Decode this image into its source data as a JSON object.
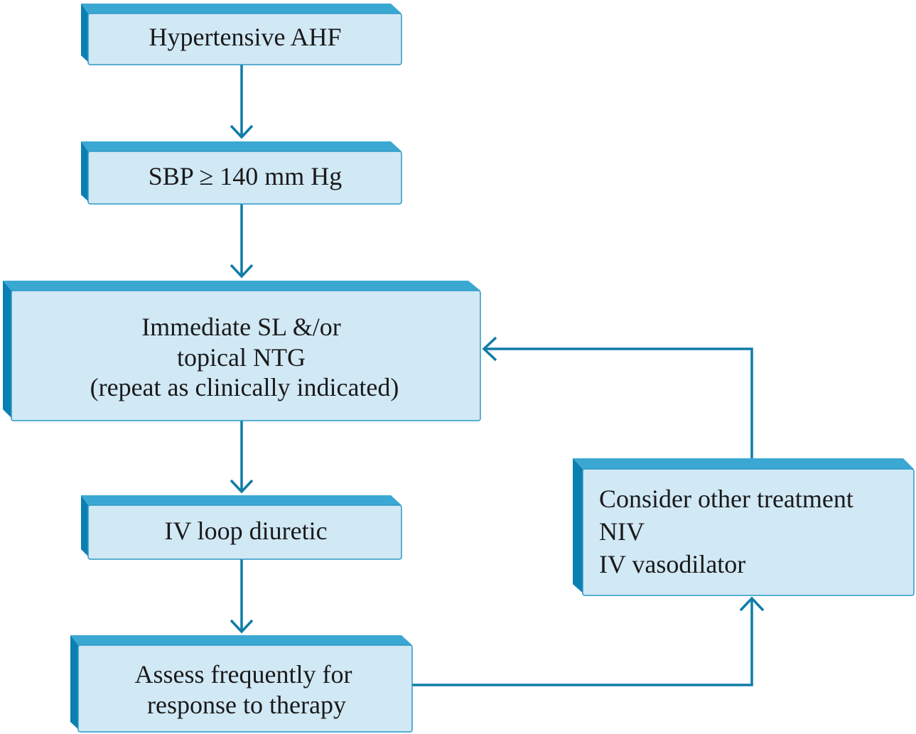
{
  "colors": {
    "box_face": "#d1e8f5",
    "box_top": "#3aa8d2",
    "box_side": "#0a7fb2",
    "box_edge": "#2d98c6",
    "arrow": "#0f7ca8"
  },
  "nodes": {
    "hypertensive_ahf": {
      "lines": [
        "Hypertensive AHF"
      ]
    },
    "sbp": {
      "lines": [
        "SBP ≥ 140 mm Hg"
      ]
    },
    "ntg": {
      "lines": [
        "Immediate SL &/or",
        "topical NTG",
        "(repeat as clinically indicated)"
      ]
    },
    "diuretic": {
      "lines": [
        "IV loop diuretic"
      ]
    },
    "assess": {
      "lines": [
        "Assess frequently for",
        "response to therapy"
      ]
    },
    "other_treatment": {
      "lines": [
        "Consider other treatment",
        "NIV",
        "IV vasodilator"
      ]
    }
  },
  "edges": [
    {
      "from": "hypertensive_ahf",
      "to": "sbp"
    },
    {
      "from": "sbp",
      "to": "ntg"
    },
    {
      "from": "ntg",
      "to": "diuretic"
    },
    {
      "from": "diuretic",
      "to": "assess"
    },
    {
      "from": "assess",
      "to": "other_treatment"
    },
    {
      "from": "other_treatment",
      "to": "ntg"
    }
  ]
}
